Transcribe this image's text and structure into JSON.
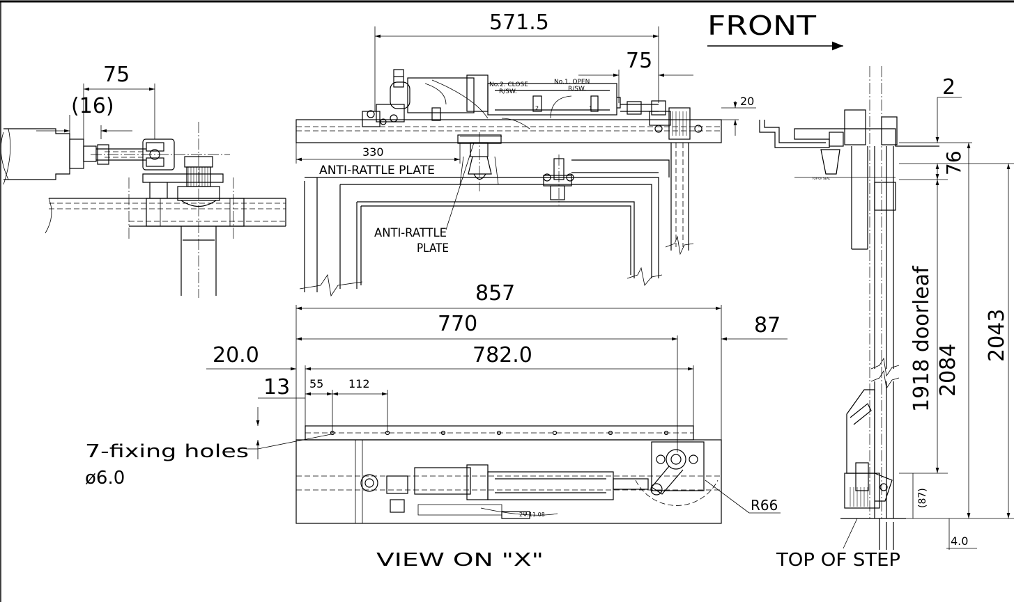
{
  "drawing": {
    "front_label": "FRONT",
    "view_label": "VIEW ON \"X\"",
    "top_of_step": "TOP OF STEP",
    "anti_rattle_plate_1": "ANTI-RATTLE PLATE",
    "anti_rattle_plate_2a": "ANTI-RATTLE",
    "anti_rattle_plate_2b": "PLATE",
    "close_switch_1": "No.2. CLOSE",
    "close_switch_2": "R/SW.",
    "open_switch_1": "No.1. OPEN",
    "open_switch_2": "R/SW.",
    "fixing_holes_1": "7-fixing holes",
    "fixing_holes_2": "ø6.0",
    "radius": "R66",
    "doorleaf": "1918 doorleaf"
  },
  "dimensions": {
    "d571_5": "571.5",
    "d75_top": "75",
    "d75_left": "75",
    "d16": "(16)",
    "d20_right": "20",
    "d2": "2",
    "d76": "76",
    "d330": "330",
    "d857": "857",
    "d770": "770",
    "d87": "87",
    "d20_0": "20.0",
    "d782_0": "782.0",
    "d13": "13",
    "d55": "55",
    "d112": "112",
    "d2084": "2084",
    "d2043": "2043",
    "d87p": "(87)",
    "d4_0": "4.0"
  }
}
